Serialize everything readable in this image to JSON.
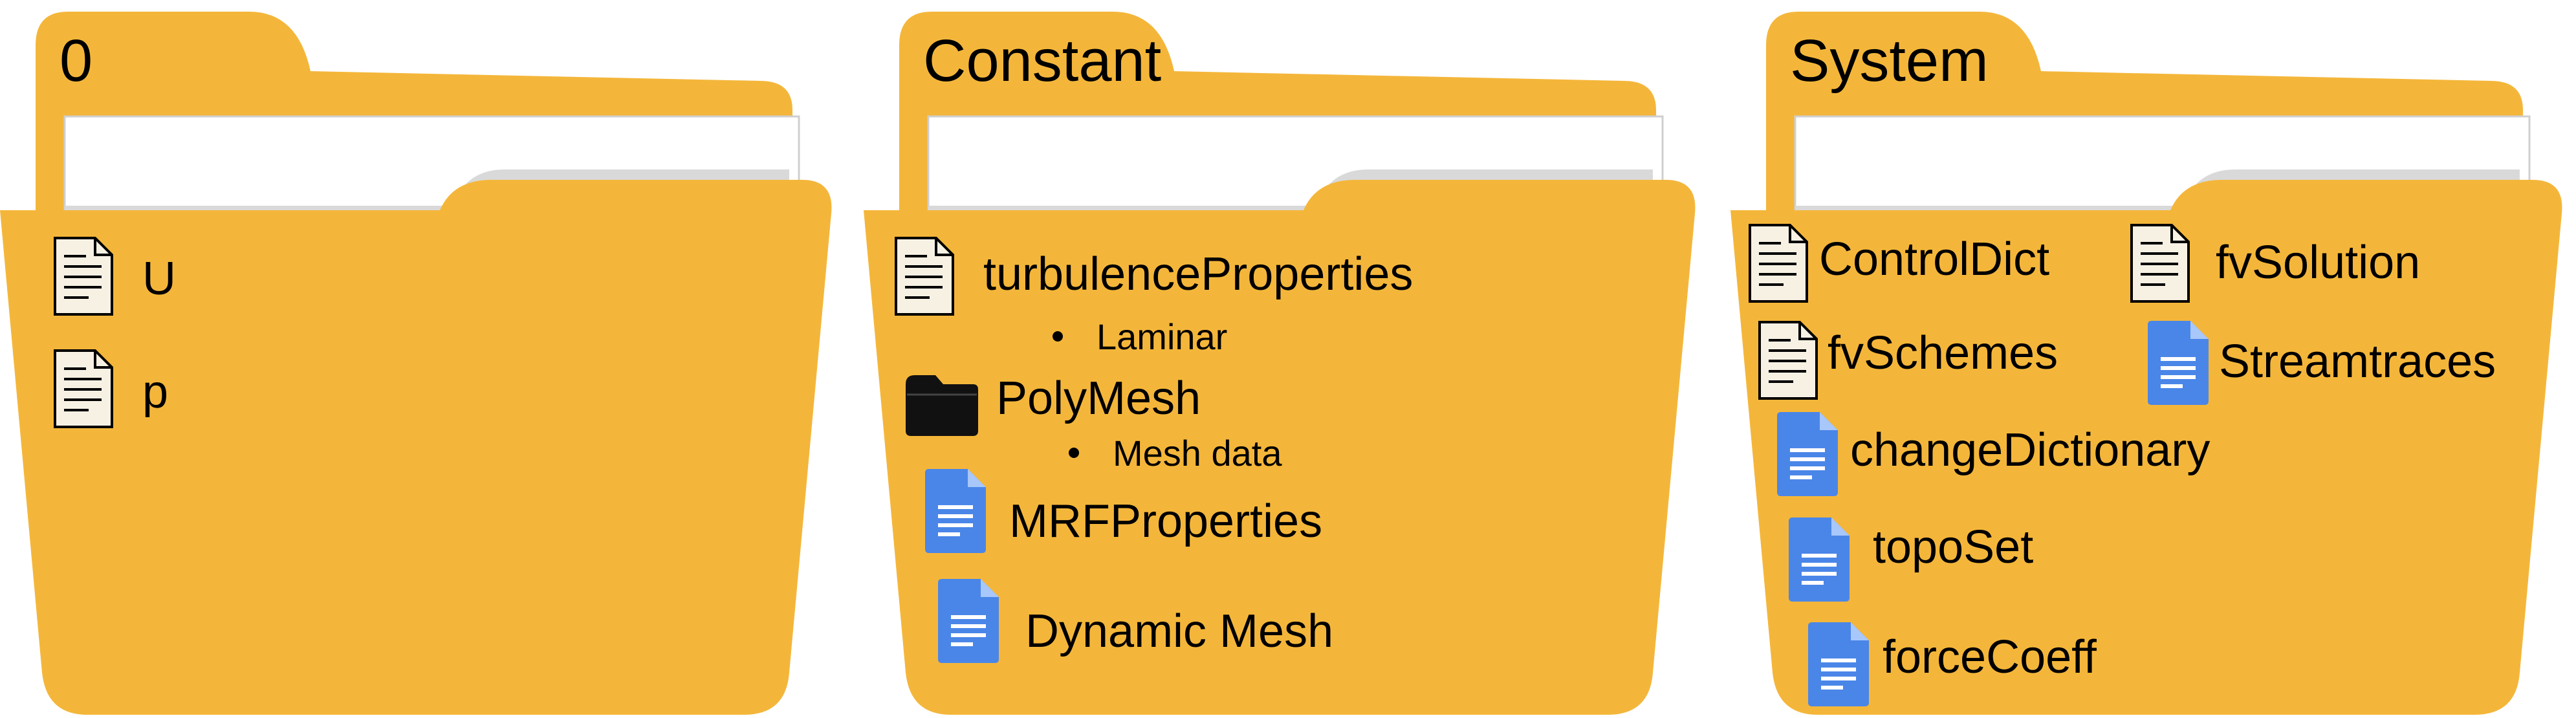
{
  "colors": {
    "folder": "#F4B63A",
    "folder_edge": "#E3A42B",
    "paper": "#FFFFFF",
    "paper_shadow": "#D9D9D9",
    "paper_line": "#CFCFCF",
    "gdoc_blue": "#4A86E8",
    "gdoc_fold": "#A8C7FA",
    "outline": "#000000",
    "black_folder": "#111111"
  },
  "folders": [
    {
      "name": "0",
      "items": [
        {
          "icon": "document-outline-icon",
          "label": "U"
        },
        {
          "icon": "document-outline-icon",
          "label": "p"
        }
      ]
    },
    {
      "name": "Constant",
      "items": [
        {
          "icon": "document-outline-icon",
          "label": "turbulenceProperties",
          "bullet": "Laminar"
        },
        {
          "icon": "black-folder-icon",
          "label": "PolyMesh",
          "bullet": "Mesh data"
        },
        {
          "icon": "google-doc-icon",
          "label": "MRFProperties"
        },
        {
          "icon": "google-doc-icon",
          "label": "Dynamic Mesh"
        }
      ]
    },
    {
      "name": "System",
      "items": [
        {
          "icon": "document-outline-icon",
          "label": "ControlDict"
        },
        {
          "icon": "document-outline-icon",
          "label": "fvSolution"
        },
        {
          "icon": "document-outline-icon",
          "label": "fvSchemes"
        },
        {
          "icon": "google-doc-icon",
          "label": "Streamtraces"
        },
        {
          "icon": "google-doc-icon",
          "label": "changeDictionary"
        },
        {
          "icon": "google-doc-icon",
          "label": "topoSet"
        },
        {
          "icon": "google-doc-icon",
          "label": "forceCoeff"
        }
      ]
    }
  ]
}
